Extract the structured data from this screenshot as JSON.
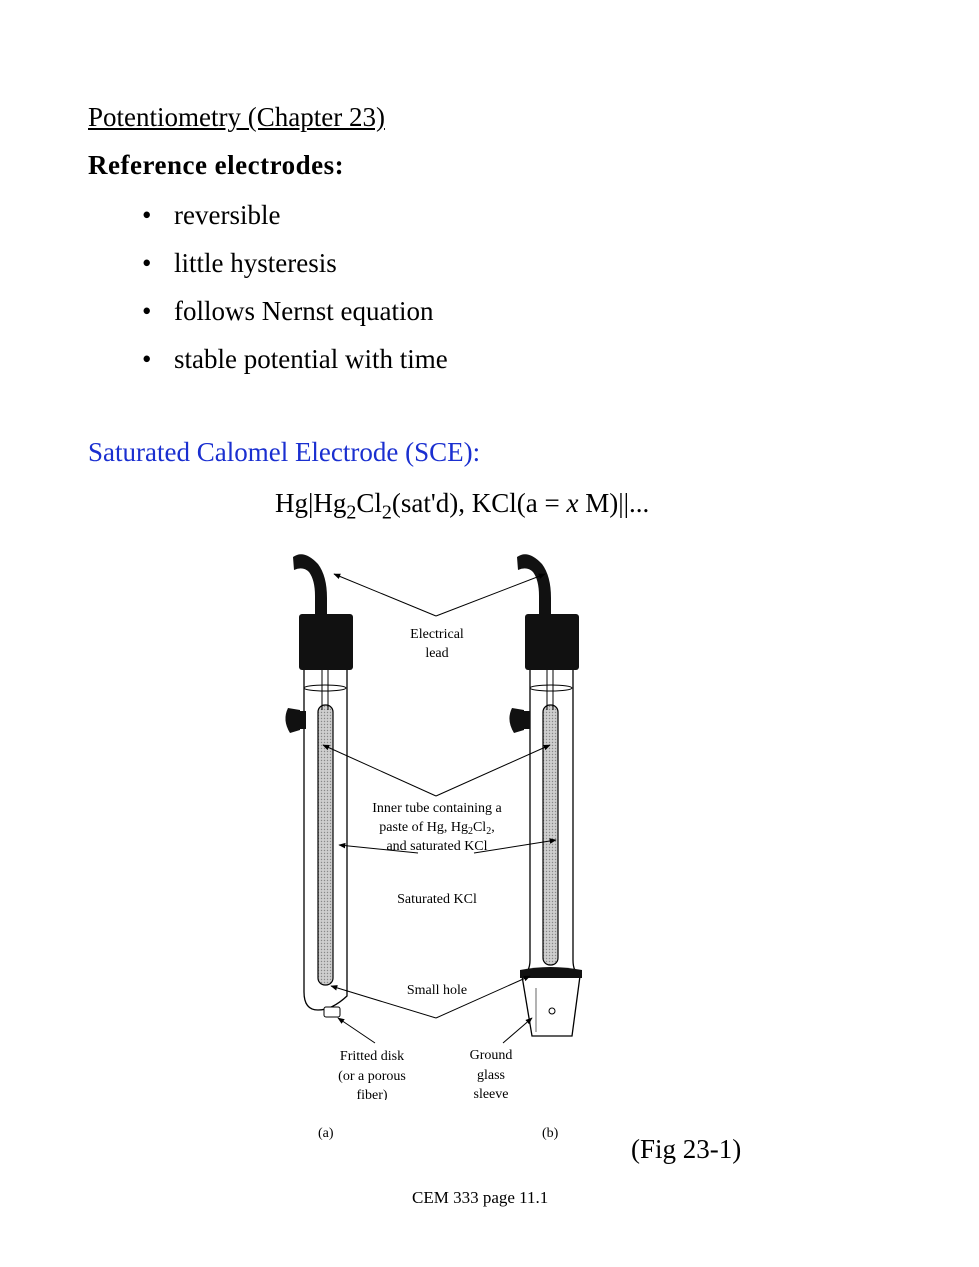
{
  "page": {
    "title": "Potentiometry (Chapter 23)",
    "heading": "Reference electrodes:",
    "bullets": [
      "reversible",
      "little hysteresis",
      "follows Nernst equation",
      "stable potential with time"
    ],
    "bullet_glyph": "•",
    "sce_label": "Saturated Calomel Electrode (SCE):",
    "formula": {
      "p1": "Hg|Hg",
      "s1": "2",
      "p2": "Cl",
      "s2": "2",
      "p3": "(sat'd), KCl(a = ",
      "var": "x",
      "p4": " M)||..."
    },
    "figure_caption": "(Fig 23-1)",
    "footer": "CEM 333 page 11.1"
  },
  "figure": {
    "electrical_lead": [
      "Electrical",
      "lead"
    ],
    "inner_tube": [
      "Inner tube containing a",
      "paste of Hg, Hg",
      "2",
      "Cl",
      "2",
      ",",
      "and saturated KCl"
    ],
    "saturated_kcl": "Saturated KCl",
    "small_hole": "Small hole",
    "fritted_disk": [
      "Fritted disk",
      "(or a porous",
      "fiber)"
    ],
    "ground_glass": [
      "Ground",
      "glass",
      "sleeve"
    ],
    "panel_a": "(a)",
    "panel_b": "(b)"
  },
  "colors": {
    "text": "#000000",
    "sce_blue": "#1a2fd0",
    "paste_gray": "#b8b8b8"
  }
}
